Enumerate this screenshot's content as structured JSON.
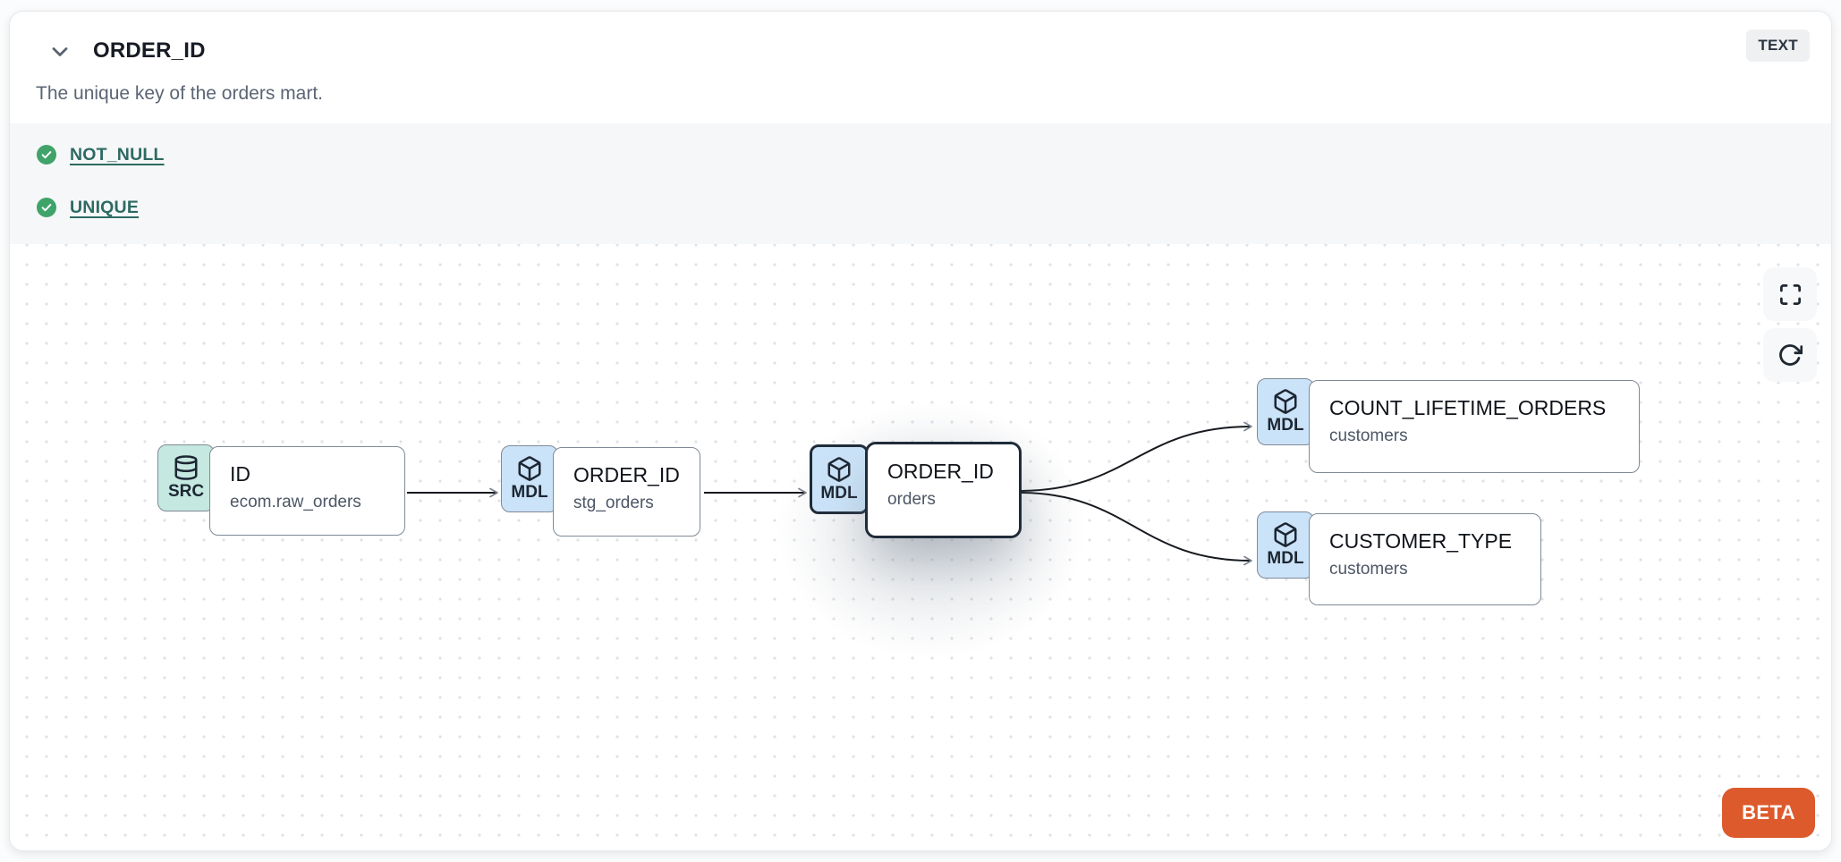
{
  "header": {
    "title": "ORDER_ID",
    "type_badge": "TEXT",
    "description": "The unique key of the orders mart.",
    "collapse_icon": "chevron-down"
  },
  "tests": {
    "items": [
      {
        "label": "NOT_NULL",
        "status": "pass",
        "icon": "check-circle"
      },
      {
        "label": "UNIQUE",
        "status": "pass",
        "icon": "check-circle"
      }
    ]
  },
  "lineage": {
    "nodes": [
      {
        "badge": "SRC",
        "icon": "database-icon",
        "title": "ID",
        "subtitle": "ecom.raw_orders",
        "selected": false
      },
      {
        "badge": "MDL",
        "icon": "cube-icon",
        "title": "ORDER_ID",
        "subtitle": "stg_orders",
        "selected": false
      },
      {
        "badge": "MDL",
        "icon": "cube-icon",
        "title": "ORDER_ID",
        "subtitle": "orders",
        "selected": true
      },
      {
        "badge": "MDL",
        "icon": "cube-icon",
        "title": "COUNT_LIFETIME_ORDERS",
        "subtitle": "customers",
        "selected": false
      },
      {
        "badge": "MDL",
        "icon": "cube-icon",
        "title": "CUSTOMER_TYPE",
        "subtitle": "customers",
        "selected": false
      }
    ],
    "edges": [
      {
        "from": "ID — ecom.raw_orders",
        "to": "ORDER_ID — stg_orders"
      },
      {
        "from": "ORDER_ID — stg_orders",
        "to": "ORDER_ID — orders"
      },
      {
        "from": "ORDER_ID — orders",
        "to": "COUNT_LIFETIME_ORDERS — customers"
      },
      {
        "from": "ORDER_ID — orders",
        "to": "CUSTOMER_TYPE — customers"
      }
    ],
    "controls": [
      {
        "icon": "fullscreen-icon"
      },
      {
        "icon": "refresh-icon"
      }
    ],
    "beta_label": "BETA"
  },
  "colors": {
    "src_badge_bg": "#c5e8e0",
    "mdl_badge_bg": "#cbe3f8",
    "node_border": "#7f8a96",
    "selected_border": "#202c3a",
    "edge": "#16191e",
    "arrowhead": "#79828e",
    "test_pass": "#3fa36a",
    "link": "#2e6a63",
    "beta_bg": "#dd5a2c",
    "type_badge_bg": "#eef0f2"
  }
}
